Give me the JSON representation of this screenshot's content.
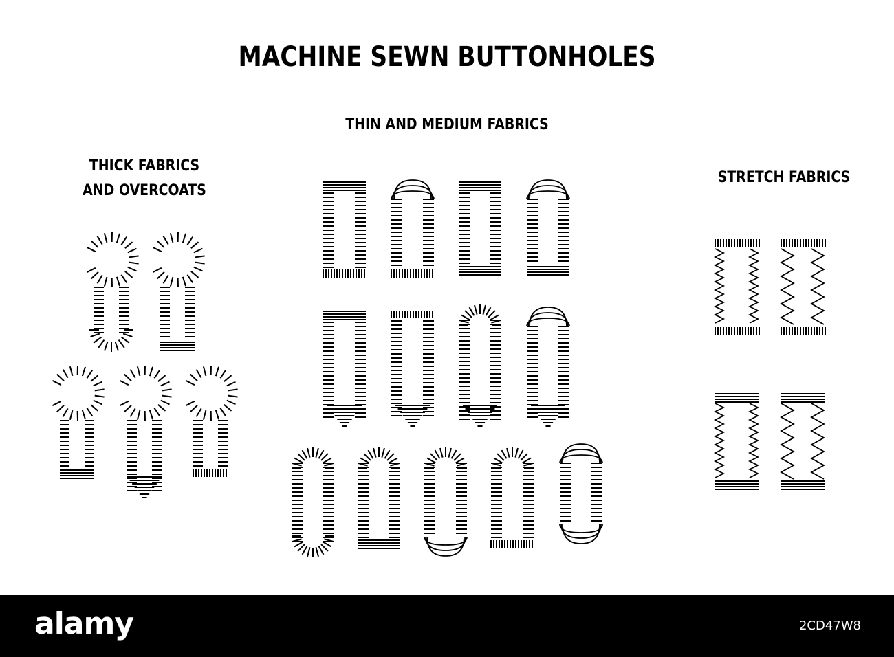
{
  "title": "MACHINE SEWN BUTTONHOLES",
  "sections": {
    "thin": "THIN AND MEDIUM FABRICS",
    "thick_line1": "THICK FABRICS",
    "thick_line2": "AND OVERCOATS",
    "stretch": "STRETCH FABRICS"
  },
  "footer": {
    "logo": "alamy",
    "image_id": "2CD47W8",
    "background": "#000000",
    "text_color": "#ffffff"
  },
  "ink_color": "#000000",
  "buttonholes": {
    "thick": [
      {
        "kind": "keyhole",
        "end": "round"
      },
      {
        "kind": "keyhole",
        "end": "bar"
      },
      {
        "kind": "keyhole",
        "end": "bar"
      },
      {
        "kind": "keyhole",
        "end": "taper"
      },
      {
        "kind": "keyhole",
        "end": "fringe"
      }
    ],
    "thin": [
      {
        "kind": "rect",
        "top": "bar",
        "bottom": "fringe"
      },
      {
        "kind": "rect",
        "top": "round",
        "bottom": "fringe"
      },
      {
        "kind": "rect",
        "top": "bar",
        "bottom": "bar"
      },
      {
        "kind": "rect",
        "top": "round",
        "bottom": "bar"
      },
      {
        "kind": "rect",
        "top": "bar",
        "bottom": "taper"
      },
      {
        "kind": "rect",
        "top": "fringe",
        "bottom": "taper"
      },
      {
        "kind": "rect",
        "top": "radial",
        "bottom": "taper"
      },
      {
        "kind": "rect",
        "top": "round",
        "bottom": "taper"
      },
      {
        "kind": "rect",
        "top": "radial",
        "bottom": "radial"
      },
      {
        "kind": "rect",
        "top": "radial",
        "bottom": "bar"
      },
      {
        "kind": "rect",
        "top": "radial",
        "bottom": "round"
      },
      {
        "kind": "rect",
        "top": "radial",
        "bottom": "fringe"
      },
      {
        "kind": "rect",
        "top": "round",
        "bottom": "round"
      }
    ],
    "stretch": [
      {
        "kind": "zigzag",
        "ends": "fringe",
        "density": "dense"
      },
      {
        "kind": "zigzag",
        "ends": "fringe",
        "density": "wide"
      },
      {
        "kind": "zigzag",
        "ends": "bar",
        "density": "dense"
      },
      {
        "kind": "zigzag",
        "ends": "bar",
        "density": "wide"
      }
    ]
  }
}
